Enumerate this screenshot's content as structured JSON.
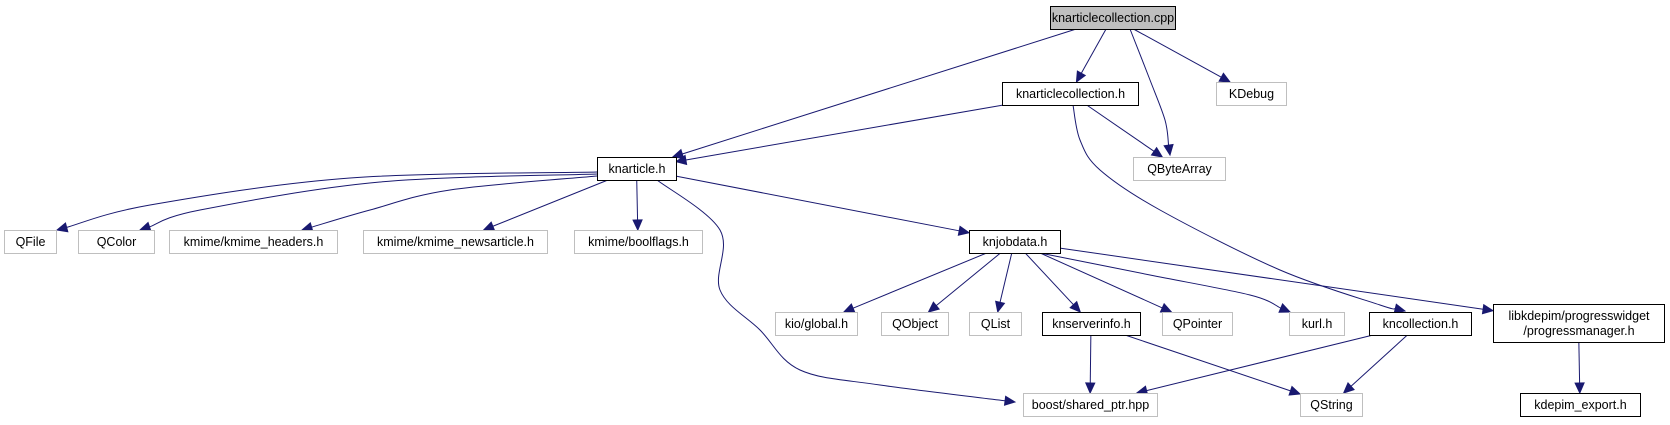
{
  "title": "knarticlecollection.cpp include dependency graph",
  "colors": {
    "edge": "#191970",
    "root_fill": "#bfbfbf",
    "local_border": "#000000",
    "external_border": "#bfbfbf"
  },
  "nodes": [
    {
      "id": "root",
      "label": "knarticlecollection.cpp",
      "kind": "root"
    },
    {
      "id": "knarticlecollection_h",
      "label": "knarticlecollection.h",
      "kind": "local"
    },
    {
      "id": "kdebug",
      "label": "KDebug",
      "kind": "external"
    },
    {
      "id": "knarticle_h",
      "label": "knarticle.h",
      "kind": "local"
    },
    {
      "id": "qbytearray",
      "label": "QByteArray",
      "kind": "external"
    },
    {
      "id": "qfile",
      "label": "QFile",
      "kind": "external"
    },
    {
      "id": "qcolor",
      "label": "QColor",
      "kind": "external"
    },
    {
      "id": "kmime_headers",
      "label": "kmime/kmime_headers.h",
      "kind": "external"
    },
    {
      "id": "kmime_newsarticle",
      "label": "kmime/kmime_newsarticle.h",
      "kind": "external"
    },
    {
      "id": "kmime_boolflags",
      "label": "kmime/boolflags.h",
      "kind": "external"
    },
    {
      "id": "knjobdata_h",
      "label": "knjobdata.h",
      "kind": "local"
    },
    {
      "id": "kio_global",
      "label": "kio/global.h",
      "kind": "external"
    },
    {
      "id": "qobject",
      "label": "QObject",
      "kind": "external"
    },
    {
      "id": "qlist",
      "label": "QList",
      "kind": "external"
    },
    {
      "id": "knserverinfo_h",
      "label": "knserverinfo.h",
      "kind": "local"
    },
    {
      "id": "qpointer",
      "label": "QPointer",
      "kind": "external"
    },
    {
      "id": "kurl_h",
      "label": "kurl.h",
      "kind": "external"
    },
    {
      "id": "kncollection_h",
      "label": "kncollection.h",
      "kind": "local"
    },
    {
      "id": "progressmanager_h",
      "label": "libkdepim/progresswidget\n/progressmanager.h",
      "kind": "local"
    },
    {
      "id": "shared_ptr",
      "label": "boost/shared_ptr.hpp",
      "kind": "external"
    },
    {
      "id": "qstring",
      "label": "QString",
      "kind": "external"
    },
    {
      "id": "kdepim_export_h",
      "label": "kdepim_export.h",
      "kind": "local"
    }
  ],
  "edges": [
    {
      "from": "root",
      "to": "knarticle_h"
    },
    {
      "from": "root",
      "to": "knarticlecollection_h"
    },
    {
      "from": "root",
      "to": "qbytearray"
    },
    {
      "from": "root",
      "to": "kdebug"
    },
    {
      "from": "knarticlecollection_h",
      "to": "knarticle_h"
    },
    {
      "from": "knarticlecollection_h",
      "to": "qbytearray"
    },
    {
      "from": "knarticlecollection_h",
      "to": "kncollection_h"
    },
    {
      "from": "knarticle_h",
      "to": "qfile"
    },
    {
      "from": "knarticle_h",
      "to": "qcolor"
    },
    {
      "from": "knarticle_h",
      "to": "kmime_headers"
    },
    {
      "from": "knarticle_h",
      "to": "kmime_newsarticle"
    },
    {
      "from": "knarticle_h",
      "to": "kmime_boolflags"
    },
    {
      "from": "knarticle_h",
      "to": "knjobdata_h"
    },
    {
      "from": "knarticle_h",
      "to": "shared_ptr"
    },
    {
      "from": "knjobdata_h",
      "to": "kio_global"
    },
    {
      "from": "knjobdata_h",
      "to": "qobject"
    },
    {
      "from": "knjobdata_h",
      "to": "qlist"
    },
    {
      "from": "knjobdata_h",
      "to": "knserverinfo_h"
    },
    {
      "from": "knjobdata_h",
      "to": "qpointer"
    },
    {
      "from": "knjobdata_h",
      "to": "kurl_h"
    },
    {
      "from": "knjobdata_h",
      "to": "progressmanager_h"
    },
    {
      "from": "knserverinfo_h",
      "to": "shared_ptr"
    },
    {
      "from": "knserverinfo_h",
      "to": "qstring"
    },
    {
      "from": "kncollection_h",
      "to": "shared_ptr"
    },
    {
      "from": "kncollection_h",
      "to": "qstring"
    },
    {
      "from": "progressmanager_h",
      "to": "kdepim_export_h"
    }
  ]
}
